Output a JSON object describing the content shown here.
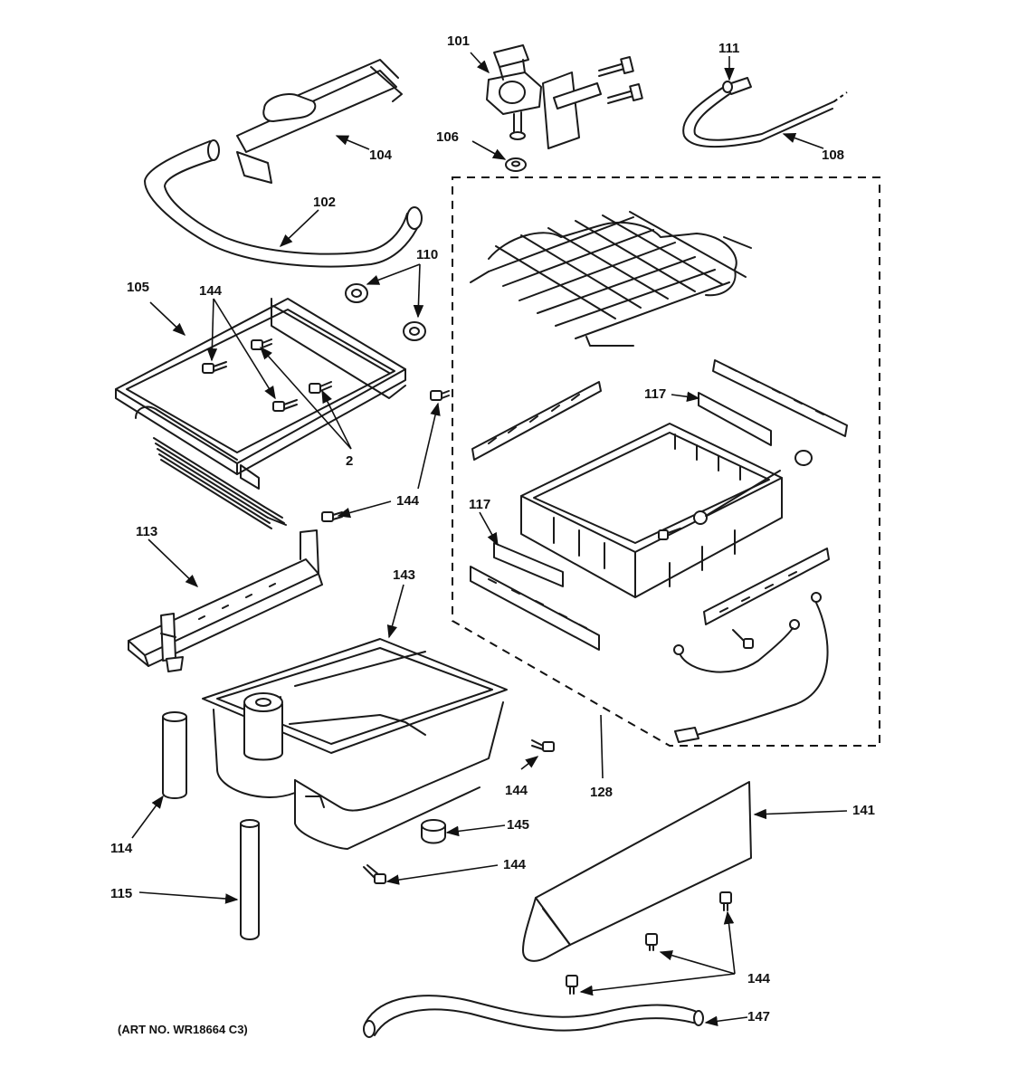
{
  "art_number": "(ART NO. WR18664 C3)",
  "labels": {
    "l101": "101",
    "l104": "104",
    "l106": "106",
    "l111": "111",
    "l108": "108",
    "l102": "102",
    "l110": "110",
    "l105": "105",
    "l144_top": "144",
    "l2": "2",
    "l144_mid": "144",
    "l117_top": "117",
    "l117_bot": "117",
    "l113": "113",
    "l143": "143",
    "l128": "128",
    "l141": "141",
    "l144_145": "144",
    "l145": "145",
    "l144_bin": "144",
    "l114": "114",
    "l115": "115",
    "l144_bottom": "144",
    "l147": "147"
  }
}
